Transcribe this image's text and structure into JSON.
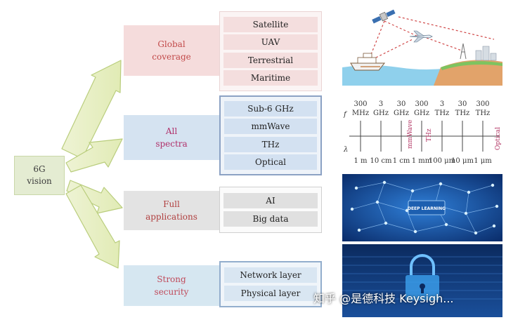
{
  "center": {
    "label": "6G vision"
  },
  "categories": [
    {
      "label": "Global coverage",
      "items": [
        "Satellite",
        "UAV",
        "Terrestrial",
        "Maritime"
      ]
    },
    {
      "label": "All spectra",
      "items": [
        "Sub-6 GHz",
        "mmWave",
        "THz",
        "Optical"
      ]
    },
    {
      "label": "Full applications",
      "items": [
        "AI",
        "Big data"
      ]
    },
    {
      "label": "Strong security",
      "items": [
        "Network layer",
        "Physical layer"
      ]
    }
  ],
  "spectrum": {
    "f_symbol": "f",
    "lambda_symbol": "λ",
    "freq_values": [
      "300",
      "3",
      "30",
      "300",
      "3",
      "30",
      "300"
    ],
    "freq_units": [
      "MHz",
      "GHz",
      "GHz",
      "GHz",
      "THz",
      "THz",
      "THz"
    ],
    "wavelengths": [
      "1 m",
      "10 cm",
      "1 cm",
      "1 mm",
      "100 μm",
      "10 μm",
      "1 μm"
    ],
    "bands": [
      "mmWave",
      "THz",
      "Optical"
    ]
  },
  "deep_learning_label": "DEEP LEARNING",
  "watermark": "知乎 @是德科技 Keysigh..."
}
